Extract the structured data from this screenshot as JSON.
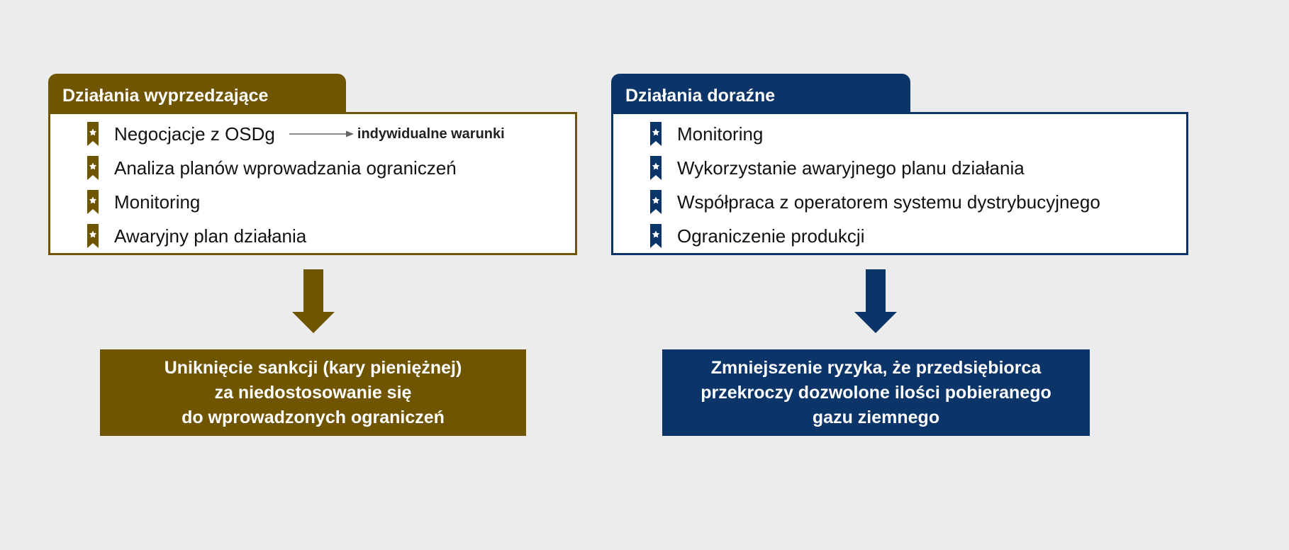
{
  "colors": {
    "gold": "#6f5500",
    "navy": "#0b3468",
    "background": "#ececec"
  },
  "left_panel": {
    "title": "Działania wyprzedzające",
    "items": [
      "Negocjacje z OSDg",
      "Analiza planów wprowadzania ograniczeń",
      "Monitoring",
      "Awaryjny plan działania"
    ],
    "first_item_note": "indywidualne warunki",
    "result_lines": [
      "Uniknięcie sankcji (kary pieniężnej)",
      "za niedostosowanie się",
      "do wprowadzonych ograniczeń"
    ]
  },
  "right_panel": {
    "title": "Działania doraźne",
    "items": [
      "Monitoring",
      "Wykorzystanie awaryjnego planu działania",
      "Współpraca z operatorem systemu dystrybucyjnego",
      "Ograniczenie produkcji"
    ],
    "result_lines": [
      "Zmniejszenie ryzyka, że przedsiębiorca",
      "przekroczy dozwolone ilości pobieranego",
      "gazu ziemnego"
    ]
  }
}
